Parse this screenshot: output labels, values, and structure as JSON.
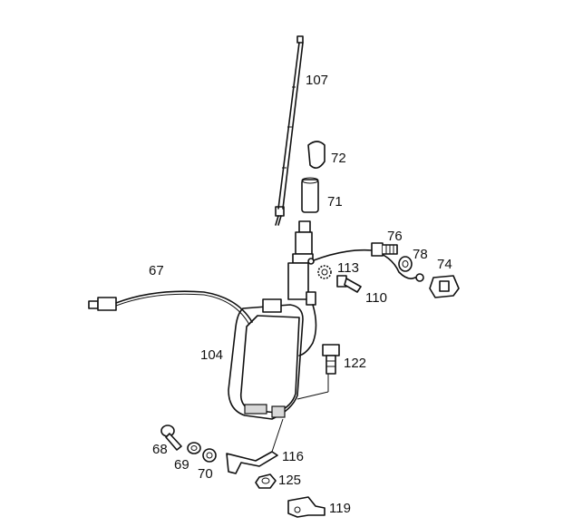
{
  "diagram": {
    "labels": {
      "p107": "107",
      "p72": "72",
      "p71": "71",
      "p76": "76",
      "p78": "78",
      "p74": "74",
      "p67": "67",
      "p113": "113",
      "p110": "110",
      "p104": "104",
      "p122": "122",
      "p68": "68",
      "p69": "69",
      "p70": "70",
      "p116": "116",
      "p125": "125",
      "p119": "119"
    }
  }
}
